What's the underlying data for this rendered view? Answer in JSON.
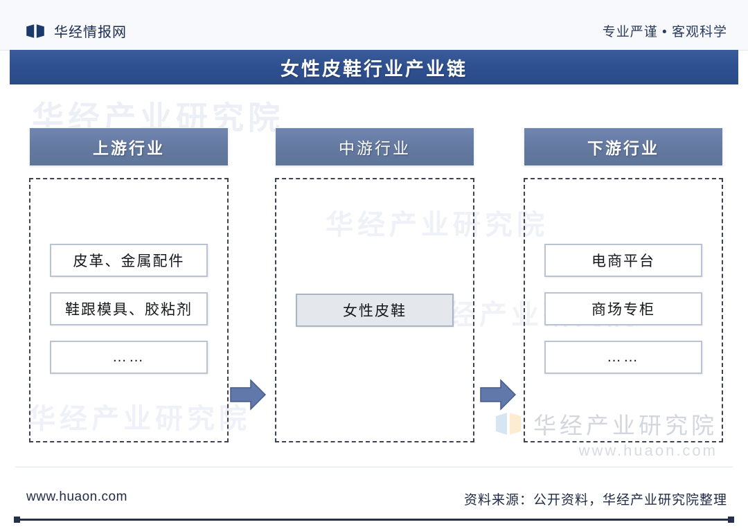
{
  "header": {
    "brand_name": "华经情报网",
    "brand_icon": "open-book-logo-icon",
    "tagline": "专业严谨 • 客观科学"
  },
  "title_bar": {
    "title": "女性皮鞋行业产业链",
    "background_color": "#2f5090"
  },
  "diagram": {
    "type": "industry-chain",
    "accent_color": "#64799f",
    "arrow_color": "#6178ab",
    "dashed_border_color": "#3c4250",
    "columns": [
      {
        "id": "upstream",
        "header": "上游行业",
        "items": [
          {
            "label": "皮革、金属配件",
            "filled": false
          },
          {
            "label": "鞋跟模具、胶粘剂",
            "filled": false
          },
          {
            "label": "……",
            "filled": false
          }
        ]
      },
      {
        "id": "midstream",
        "header": "中游行业",
        "items": [
          {
            "label": "女性皮鞋",
            "filled": true
          }
        ]
      },
      {
        "id": "downstream",
        "header": "下游行业",
        "items": [
          {
            "label": "电商平台",
            "filled": false
          },
          {
            "label": "商场专柜",
            "filled": false
          },
          {
            "label": "……",
            "filled": false
          }
        ]
      }
    ],
    "arrows": [
      {
        "id": "upstream-to-midstream",
        "direction": "right"
      },
      {
        "id": "midstream-to-downstream",
        "direction": "right"
      }
    ]
  },
  "watermarks": {
    "background_text": "华经产业研究院",
    "corner_name": "华经产业研究院",
    "corner_url": "www.huaon.com"
  },
  "footer": {
    "url": "www.huaon.com",
    "source": "资料来源：公开资料，华经产业研究院整理"
  }
}
